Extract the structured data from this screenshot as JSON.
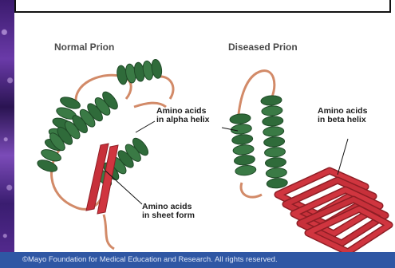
{
  "panels": {
    "normal": {
      "title": "Normal Prion",
      "alpha_label": [
        "Amino acids",
        "in alpha helix"
      ],
      "sheet_label": [
        "Amino acids",
        "in sheet form"
      ]
    },
    "diseased": {
      "title": "Diseased Prion",
      "beta_label": [
        "Amino acids",
        "in beta helix"
      ]
    }
  },
  "footer": {
    "credit": "©Mayo Foundation for Medical Education and Research.  All rights reserved."
  },
  "colors": {
    "helix": "#2f6b3a",
    "helix_light": "#4f8f58",
    "coil": "#d28a68",
    "sheet": "#c7303a",
    "sheet_dark": "#8e1e25",
    "footer_bg": "#2f57a4"
  }
}
